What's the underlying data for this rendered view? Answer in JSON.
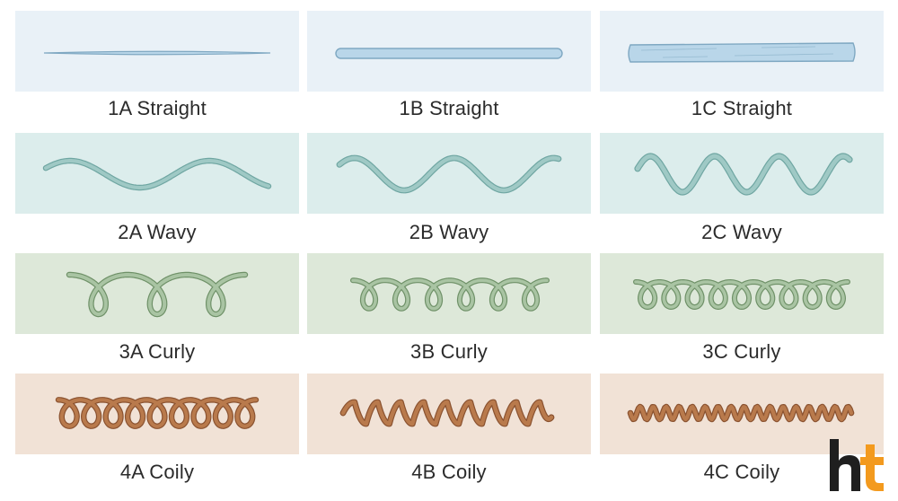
{
  "rows": [
    {
      "key": "straight",
      "colors": {
        "bg": "#e9f1f7",
        "fill": "#b9d6e9",
        "stroke": "#7fa8c2"
      },
      "types": [
        {
          "label": "1A Straight",
          "icon": "thin-straight-strand-icon"
        },
        {
          "label": "1B Straight",
          "icon": "medium-straight-strand-icon"
        },
        {
          "label": "1C Straight",
          "icon": "thick-straight-strand-icon"
        }
      ]
    },
    {
      "key": "wavy",
      "colors": {
        "bg": "#dcedec",
        "fill": "#9fc9c5",
        "stroke": "#6fa6a2"
      },
      "types": [
        {
          "label": "2A Wavy",
          "icon": "loose-wave-strand-icon"
        },
        {
          "label": "2B Wavy",
          "icon": "medium-wave-strand-icon"
        },
        {
          "label": "2C Wavy",
          "icon": "tight-wave-strand-icon"
        }
      ]
    },
    {
      "key": "curly",
      "colors": {
        "bg": "#dde8d9",
        "fill": "#a9c4a3",
        "stroke": "#6f9168"
      },
      "types": [
        {
          "label": "3A Curly",
          "icon": "loose-curl-strand-icon"
        },
        {
          "label": "3B Curly",
          "icon": "medium-curl-strand-icon"
        },
        {
          "label": "3C Curly",
          "icon": "tight-curl-strand-icon"
        }
      ]
    },
    {
      "key": "coily",
      "colors": {
        "bg": "#f1e2d6",
        "fill": "#b97a4c",
        "stroke": "#8a5230"
      },
      "types": [
        {
          "label": "4A Coily",
          "icon": "loose-coil-strand-icon"
        },
        {
          "label": "4B Coily",
          "icon": "zigzag-coil-strand-icon"
        },
        {
          "label": "4C Coily",
          "icon": "tight-coil-strand-icon"
        }
      ]
    }
  ],
  "logo": {
    "icon": "ht-logo-icon",
    "dark": "#1f1f1f",
    "accent": "#f39a1e"
  }
}
